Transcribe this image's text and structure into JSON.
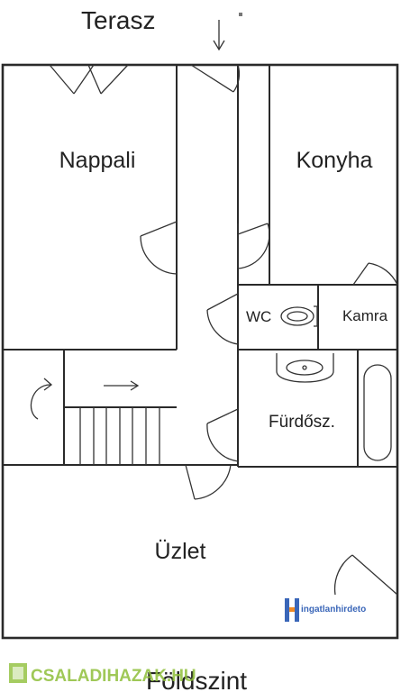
{
  "labels": {
    "top": "Terasz",
    "bottom": "Földszint"
  },
  "rooms": {
    "nappali": "Nappali",
    "konyha": "Konyha",
    "wc": "WC",
    "kamra": "Kamra",
    "furdo": "Fürdősz.",
    "uzlet": "Üzlet"
  },
  "watermarks": {
    "ingatlan": "ingatlanhirdeto",
    "csaladi": "CSALADIHAZAK.HU"
  },
  "colors": {
    "wall": "#2a2a2a",
    "ingatlan_blue": "#3a66b8",
    "ingatlan_orange": "#f08a24",
    "csaladi_green": "#8fbf3a"
  }
}
